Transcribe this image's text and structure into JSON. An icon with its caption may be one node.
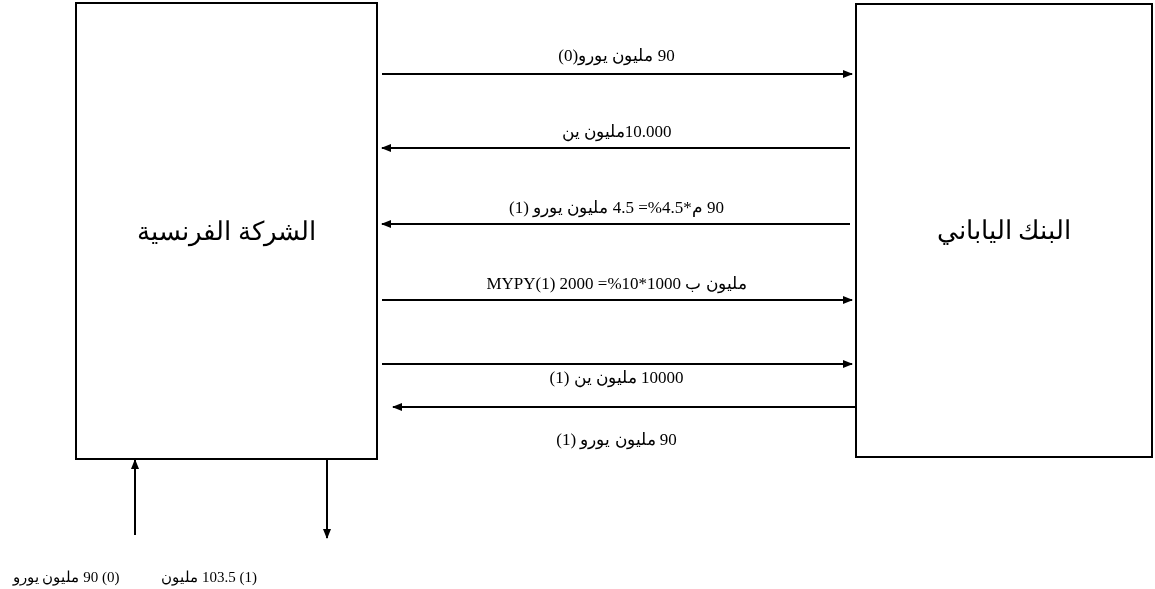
{
  "diagram": {
    "nodes": [
      {
        "text": [
          "الشركة الفرنسية"
        ]
      },
      {
        "text": [
          "البنك الياباني"
        ]
      },
      {
        "text": [
          "(0)   90 مليون يورو"
        ]
      },
      {
        "text": [
          "(1)   103.5   مليون"
        ]
      }
    ],
    "edges": [
      {
        "from": 0,
        "to": 1,
        "arrow": "to",
        "label": "90 مليون يورو(0)"
      },
      {
        "from": 1,
        "to": 0,
        "arrow": "to",
        "label": "10.000مليون ين"
      },
      {
        "from": 1,
        "to": 0,
        "arrow": "to",
        "label": "90 م*4.5%= 4.5 مليون يورو  (1)"
      },
      {
        "from": 0,
        "to": 1,
        "arrow": "to",
        "label": "مليون ب  1000*10%= 2000  MYPY(1)"
      },
      {
        "from": 0,
        "to": 1,
        "arrow": "to",
        "label": "10000 مليون ين (1)"
      },
      {
        "from": 1,
        "to": 0,
        "arrow": "to",
        "label": "90 مليون يورو  (1)"
      },
      {
        "from": 2,
        "to": 0,
        "arrow": "to"
      },
      {
        "from": 0,
        "to": 3,
        "arrow": "to"
      }
    ]
  }
}
